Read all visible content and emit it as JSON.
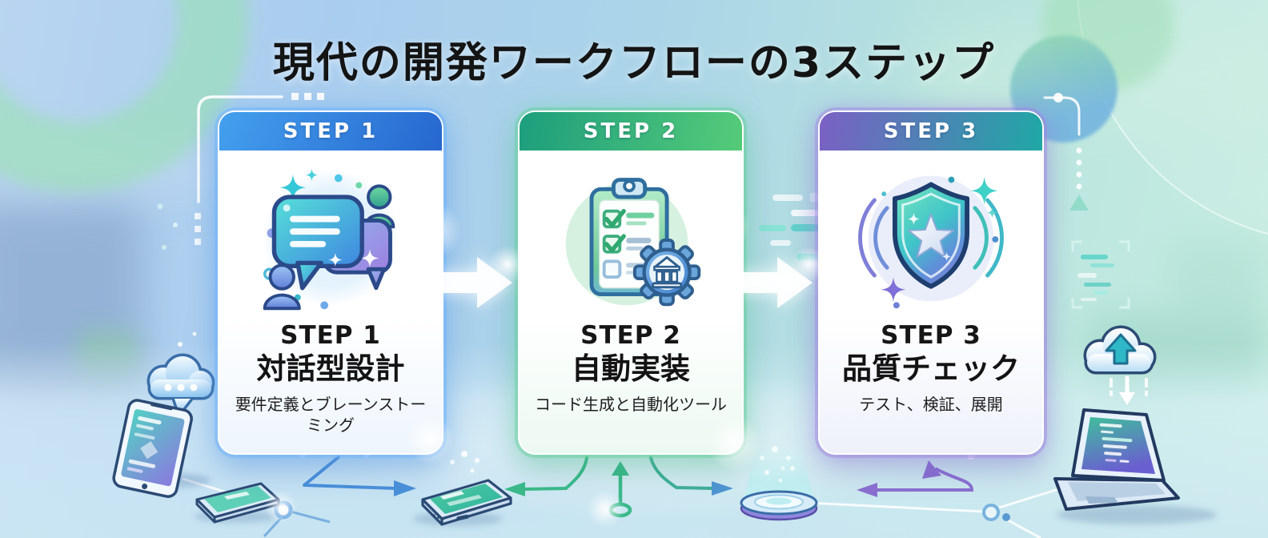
{
  "title": "現代の開発ワークフローの3ステップ",
  "steps": [
    {
      "badge": "STEP 1",
      "name": "STEP 1",
      "heading": "対話型設計",
      "description": "要件定義とブレーンストーミング",
      "icon": "chat-bubbles-icon",
      "accent": "#2f7ce0",
      "header_gradient": [
        "#44a0ee",
        "#2667cf"
      ]
    },
    {
      "badge": "STEP 2",
      "name": "STEP 2",
      "heading": "自動実装",
      "description": "コード生成と自動化ツール",
      "icon": "clipboard-checklist-gear-icon",
      "accent": "#2fae7f",
      "header_gradient": [
        "#1d9e7d",
        "#55cb79"
      ]
    },
    {
      "badge": "STEP 3",
      "name": "STEP 3",
      "heading": "品質チェック",
      "description": "テスト、検証、展開",
      "icon": "shield-star-icon",
      "accent": "#7b60c4",
      "header_gradient": [
        "#7b60c4",
        "#1fa8a5"
      ]
    }
  ],
  "flow": {
    "arrow_icon": "arrow-right-icon",
    "connector_colors": {
      "step1": "#4a90d9",
      "step2": "#3bb98a",
      "step3": "#8a6fd0"
    }
  },
  "scene_icons": [
    "chat-cloud-icon",
    "smartphone-illustration",
    "tablet-illustration",
    "holographic-disc-illustration",
    "upload-cloud-icon",
    "laptop-illustration",
    "circuit-lines",
    "code-frame-decoration"
  ]
}
